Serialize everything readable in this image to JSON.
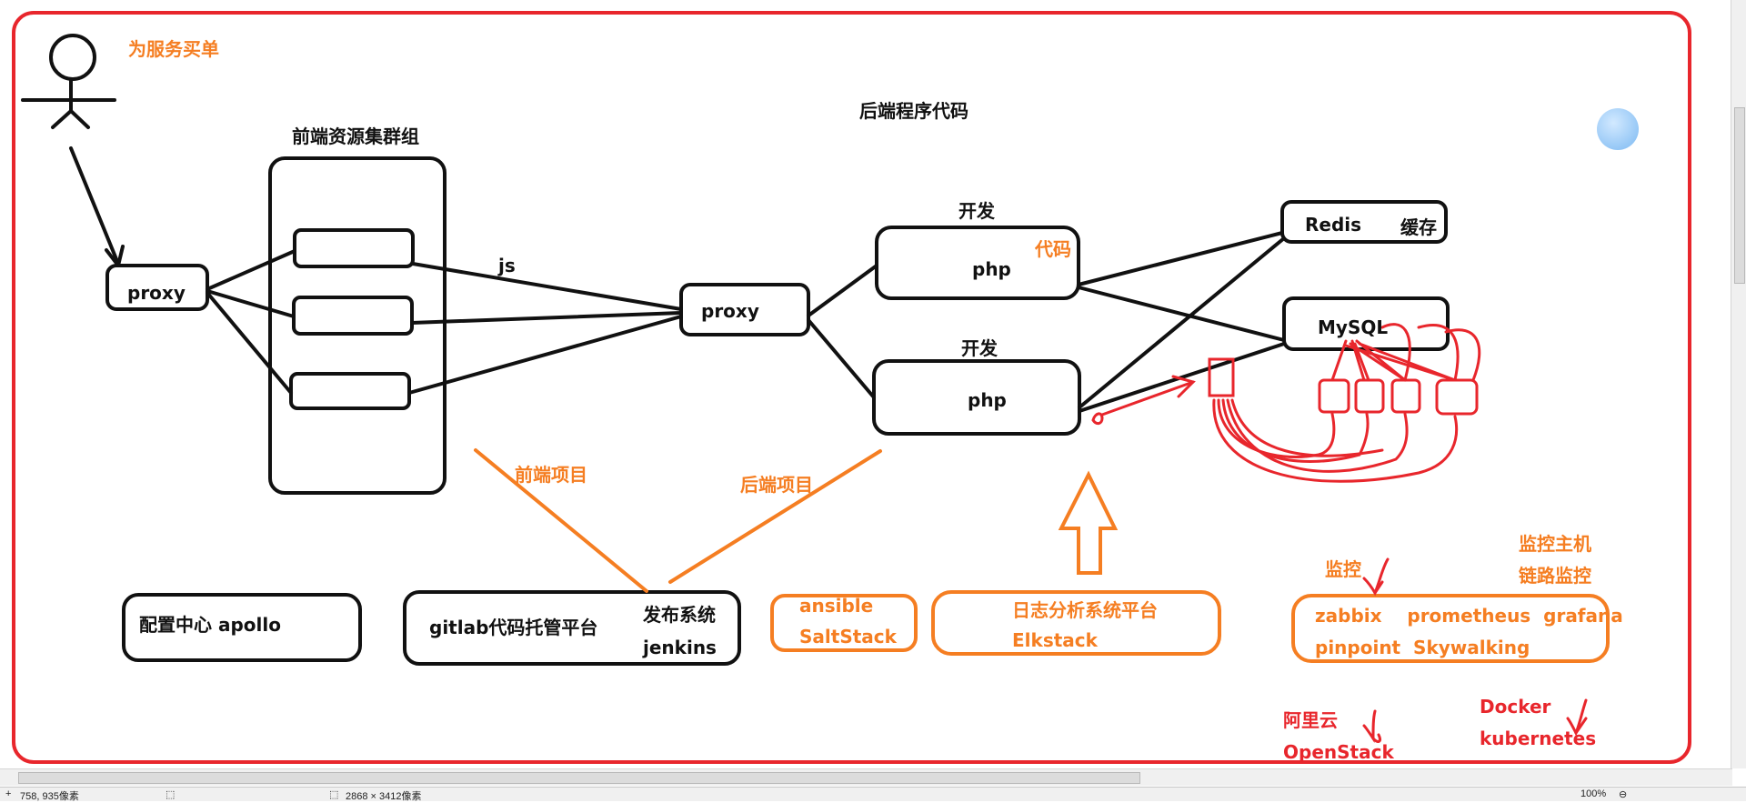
{
  "labels": {
    "buy_for_service": "为服务买单",
    "backend_code": "后端程序代码",
    "frontend_cluster": "前端资源集群组",
    "proxy_left": "proxy",
    "js": "js",
    "proxy_mid": "proxy",
    "dev_top": "开发",
    "dev_bottom": "开发",
    "code": "代码",
    "php_top": "php",
    "php_bottom": "php",
    "redis": "Redis",
    "cache": "缓存",
    "mysql": "MySQL",
    "frontend_project": "前端项目",
    "backend_project": "后端项目",
    "config_center": "配置中心  apollo",
    "gitlab": "gitlab代码托管平台",
    "release_system": "发布系统",
    "jenkins": "jenkins",
    "ansible": "ansible",
    "saltstack": "SaltStack",
    "log_platform": "日志分析系统平台",
    "elkstack": "Elkstack",
    "monitor": "监控",
    "host_monitor": "监控主机",
    "trace_monitor": "链路监控",
    "monitor_tools_1": "zabbix    prometheus  grafana",
    "monitor_tools_2": "pinpoint  Skywalking",
    "aliyun": "阿里云",
    "openstack": "OpenStack",
    "docker": "Docker",
    "kubernetes": "kubernetes"
  },
  "statusbar": {
    "cursor": "758, 935像素",
    "image_size": "2868 × 3412像素",
    "zoom": "100%"
  },
  "colors": {
    "frame": "#e8262c",
    "ink": "#111111",
    "orange": "#f57e22",
    "red": "#e8262c"
  }
}
